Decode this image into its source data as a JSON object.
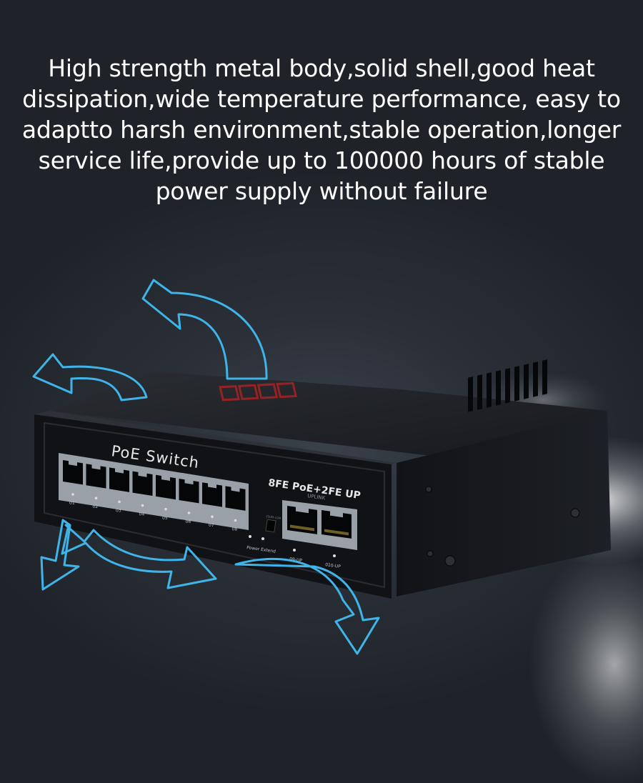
{
  "headline": "High strength metal body,solid shell,good heat dissipation,wide temperature performance, easy to adaptto harsh environment,stable operation,longer service life,provide up to 100000 hours of stable power supply without failure",
  "device": {
    "brand_text": "PoE Switch",
    "model_text": "8FE PoE+2FE UP",
    "uplink_text": "UPLINK",
    "port_labels": [
      "01",
      "02",
      "03",
      "04",
      "05",
      "06",
      "07",
      "08"
    ],
    "uplink_labels": [
      "09-UP",
      "010-UP"
    ],
    "switch_label": "Power Extend",
    "switch_small_label": "250M-10M"
  },
  "colors": {
    "background": "#23272e",
    "arrow": "#3fb4e8",
    "device_body": "#14161a"
  },
  "icons": [
    "heat-flow-arrow-icon",
    "ethernet-port-icon",
    "airflow-glow"
  ]
}
